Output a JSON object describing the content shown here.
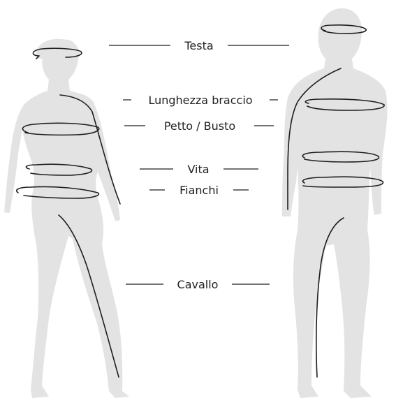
{
  "labels": {
    "head": "Testa",
    "arm_length": "Lunghezza braccio",
    "chest": "Petto / Busto",
    "waist": "Vita",
    "hips": "Fianchi",
    "inseam": "Cavallo"
  },
  "colors": {
    "silhouette": "#e3e3e3",
    "line": "#1e1e1e",
    "text": "#222222"
  }
}
